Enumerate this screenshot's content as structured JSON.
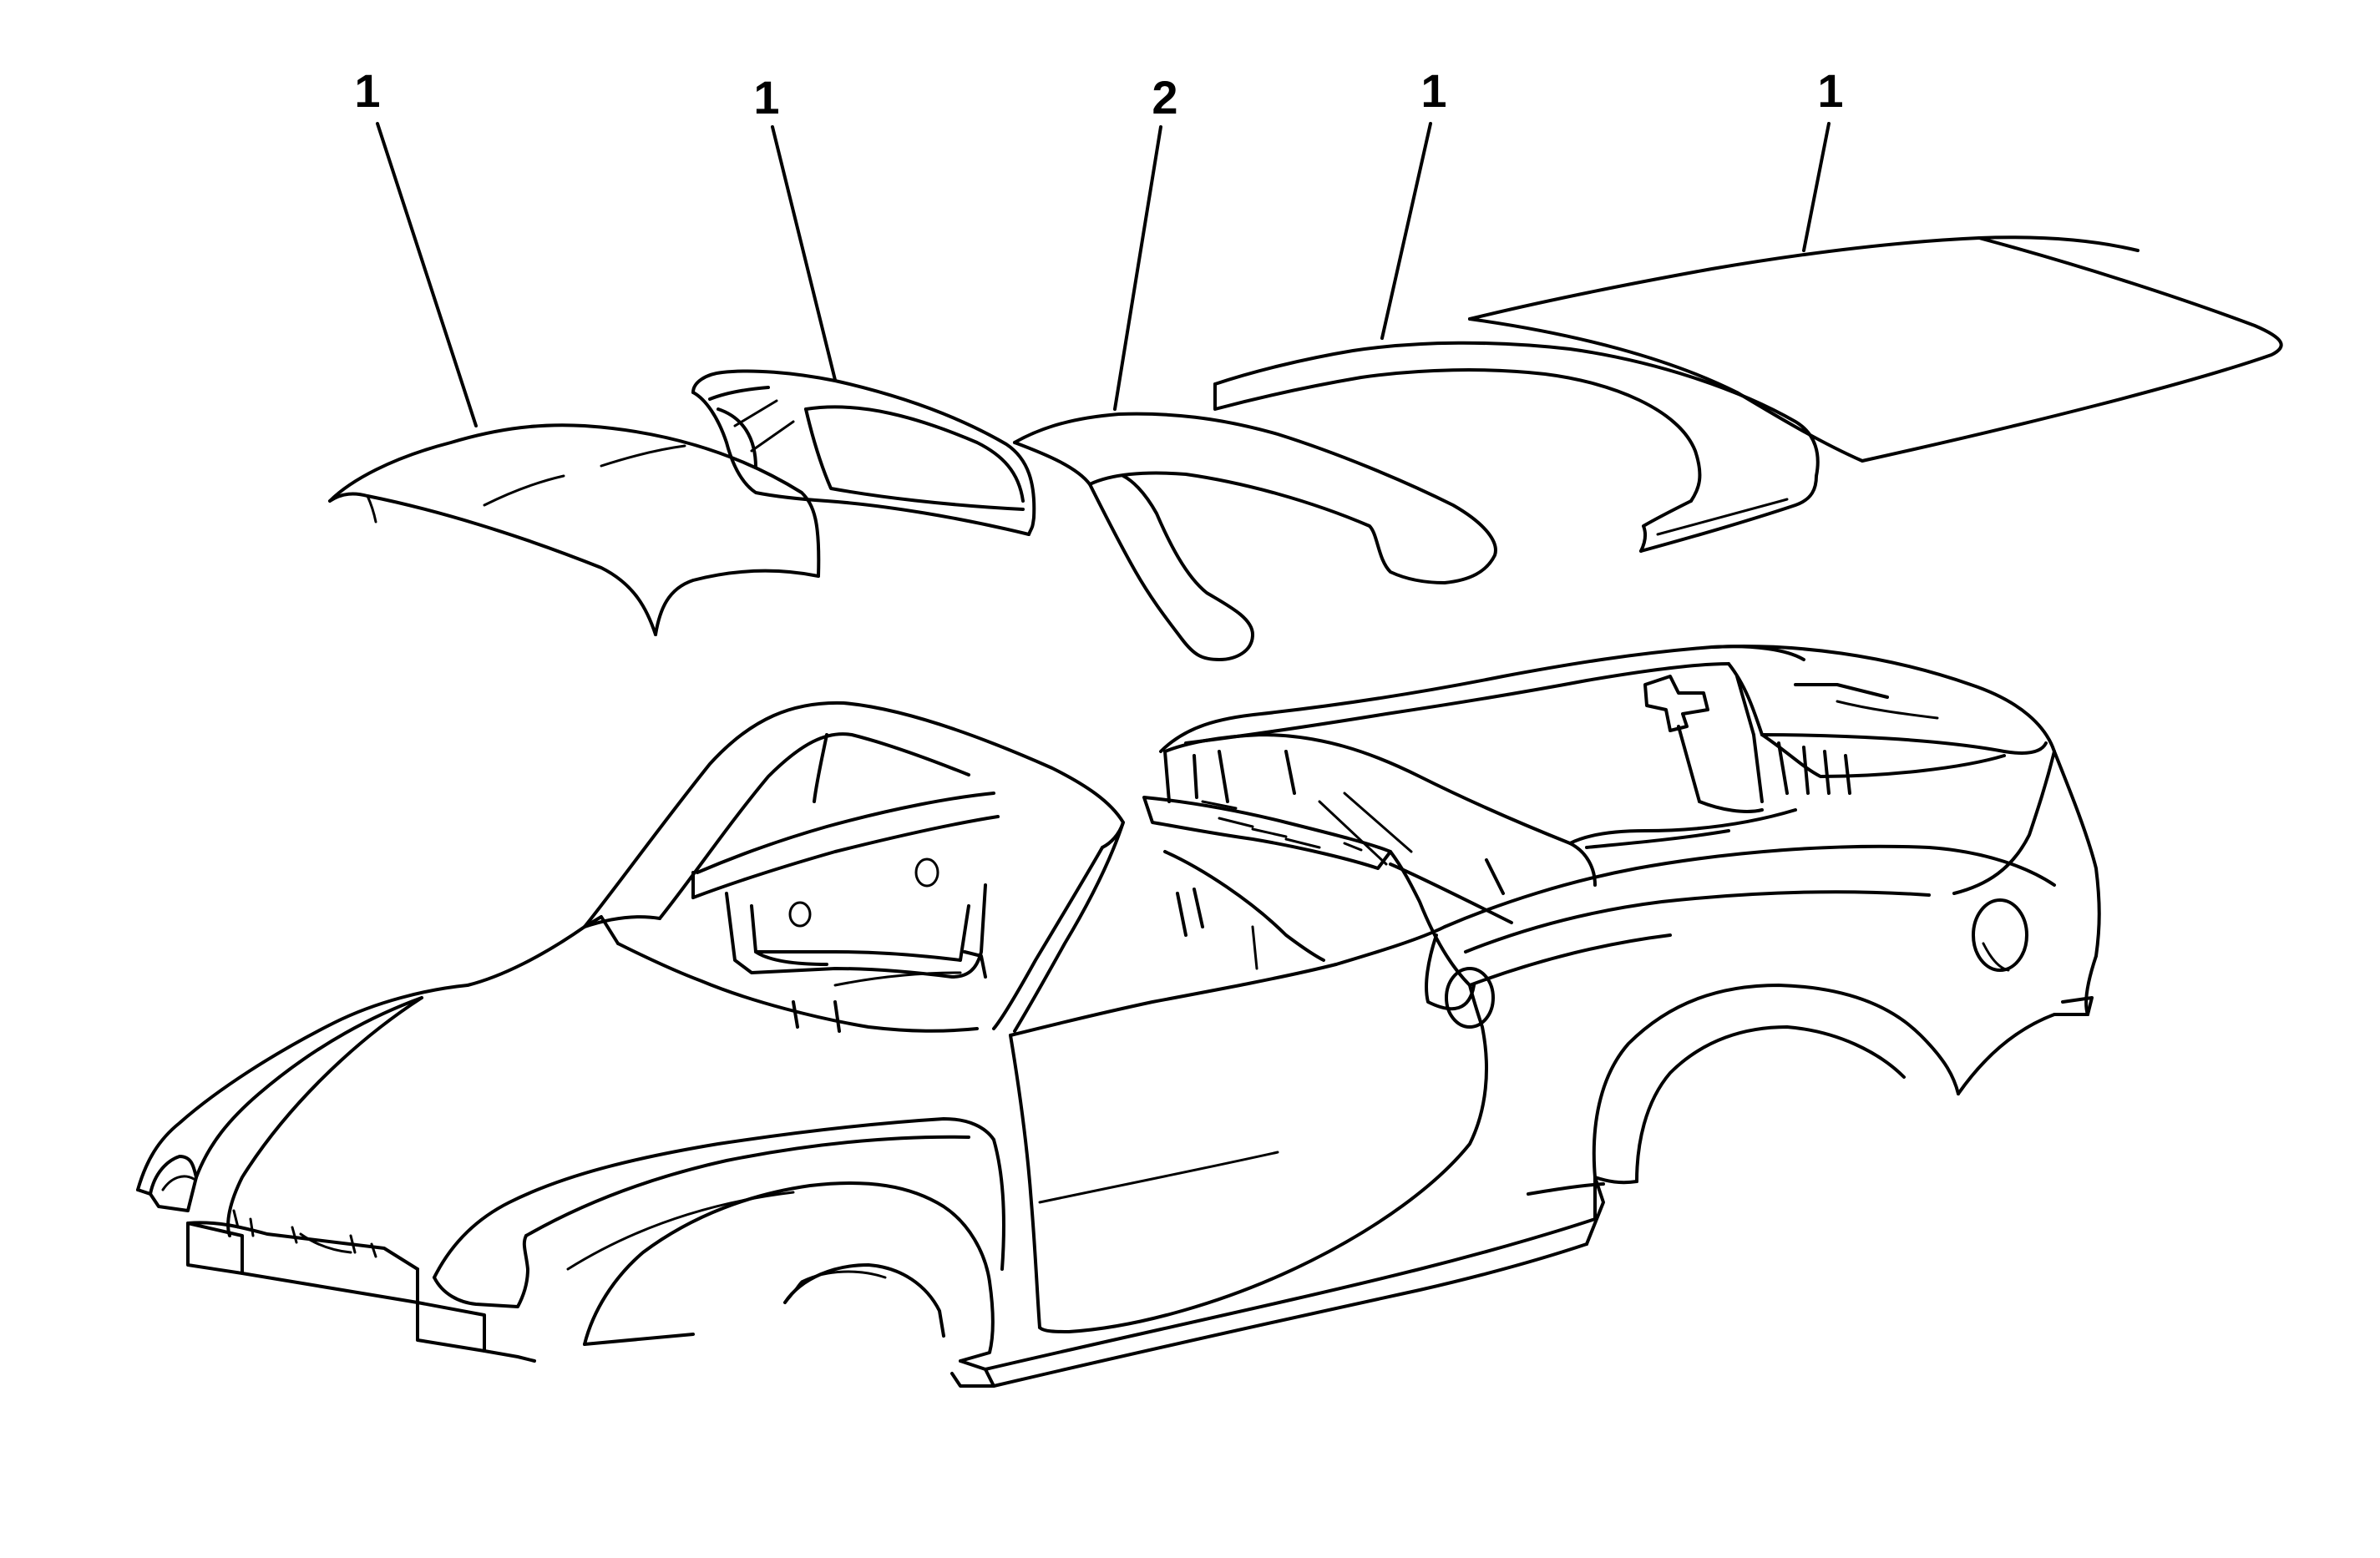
{
  "callouts": [
    {
      "label": "1"
    },
    {
      "label": "1"
    },
    {
      "label": "2"
    },
    {
      "label": "1"
    },
    {
      "label": "1"
    }
  ],
  "colors": {
    "stroke": "#000000",
    "background": "#ffffff"
  }
}
